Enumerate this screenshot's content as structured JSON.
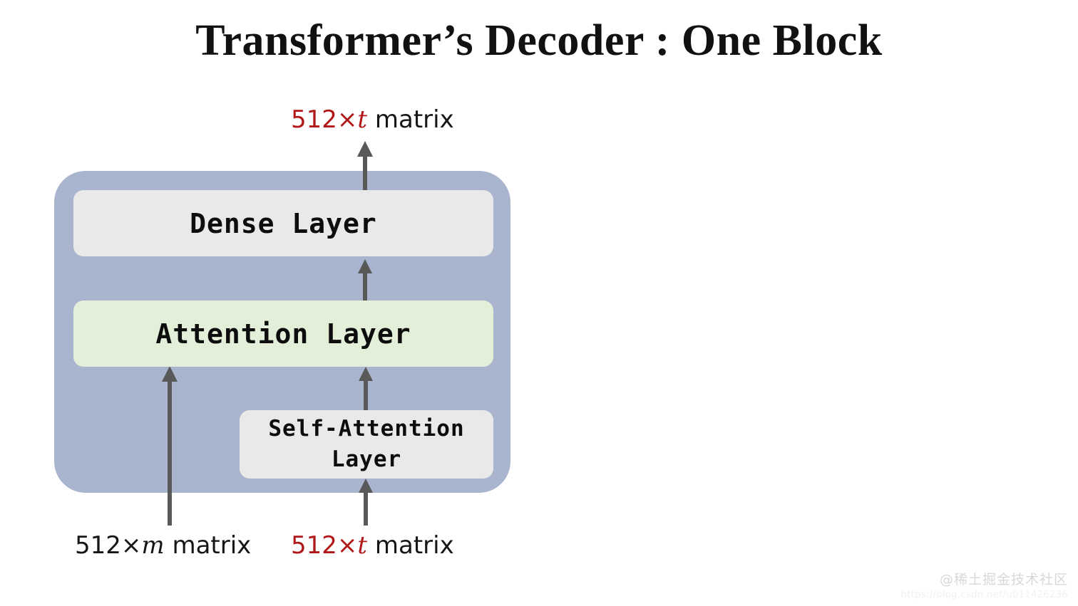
{
  "title": "Transformer’s Decoder : One Block",
  "colors": {
    "block_fill": "#a9b4ce",
    "dense_fill": "#e9e9e9",
    "attention_fill": "#e3efd9",
    "self_attention_fill": "#e9e9e9",
    "arrow": "#595959",
    "accent_red": "#b01818",
    "text": "#161616",
    "background": "#ffffff"
  },
  "diagram": {
    "block_name": "decoder-block",
    "layers": [
      {
        "id": "dense-layer",
        "label": "Dense Layer",
        "fill": "#e9e9e9"
      },
      {
        "id": "attention-layer",
        "label": "Attention Layer",
        "fill": "#e3efd9"
      },
      {
        "id": "self-attention-layer",
        "label_line1": "Self-Attention",
        "label_line2": "Layer",
        "fill": "#e9e9e9"
      }
    ],
    "arrows": [
      {
        "id": "arrow-output",
        "from": "dense-layer",
        "to": "output-label",
        "direction": "up"
      },
      {
        "id": "arrow-attention-to-dense",
        "from": "attention-layer",
        "to": "dense-layer",
        "direction": "up"
      },
      {
        "id": "arrow-encoder-input",
        "from": "encoder-input-label",
        "to": "attention-layer",
        "direction": "up"
      },
      {
        "id": "arrow-selfatt-to-att",
        "from": "self-attention-layer",
        "to": "attention-layer",
        "direction": "up"
      },
      {
        "id": "arrow-decoder-input",
        "from": "decoder-input-label",
        "to": "self-attention-layer",
        "direction": "up"
      }
    ]
  },
  "labels": {
    "output": {
      "dim": "512×",
      "var": "t",
      "word": "matrix",
      "dim_color": "#b01818"
    },
    "input_left": {
      "dim": "512×",
      "var": "m",
      "word": "matrix",
      "dim_color": "#161616"
    },
    "input_right": {
      "dim": "512×",
      "var": "t",
      "word": "matrix",
      "dim_color": "#b01818"
    }
  },
  "watermark": {
    "text": "@稀土掘金技术社区",
    "url": "https://blog.csdn.net/u011426236"
  }
}
